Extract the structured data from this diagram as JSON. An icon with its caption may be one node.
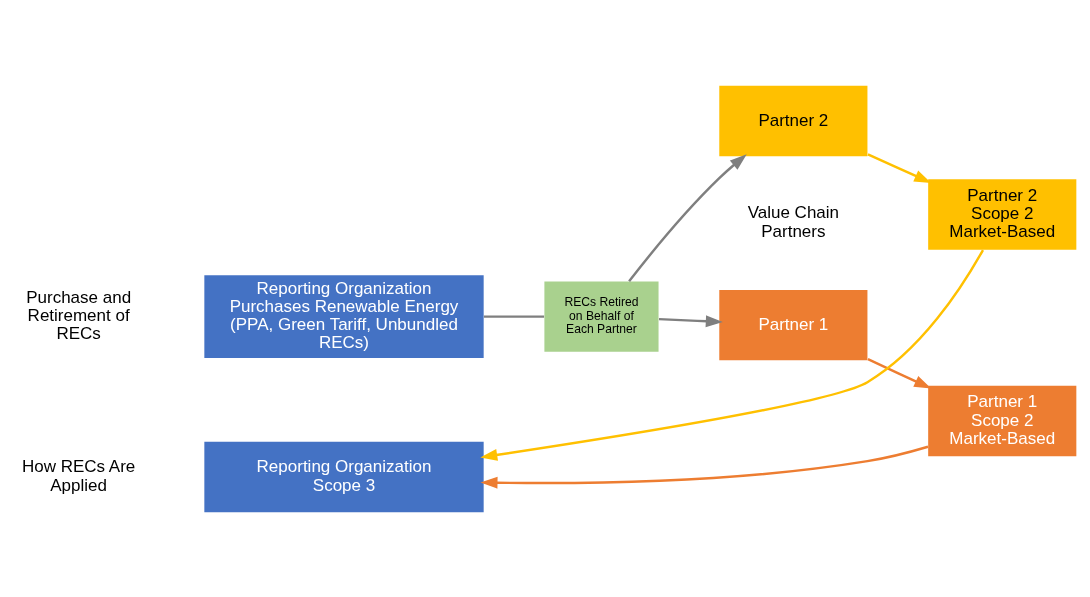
{
  "diagram": {
    "nodes": [
      {
        "text": [
          "Reporting Organization Purchases Renewable Energy (PPA, Green Tariff, Unbundled RECs)"
        ]
      },
      {
        "text": [
          "RECs Retired on Behalf of Each Partner"
        ]
      },
      {
        "text": [
          "Partner 1"
        ]
      },
      {
        "text": [
          "Partner 2"
        ]
      },
      {
        "text": [
          "Partner 1 Scope 2 Market-Based"
        ]
      },
      {
        "text": [
          "Reporting Organization Scope 3"
        ]
      },
      {
        "text": [
          "Partner 2 Scope 2 Market-Based"
        ]
      }
    ],
    "edges": [
      {
        "from": 0,
        "to": 1,
        "arrow": "none",
        "color": "#7f7f7f"
      },
      {
        "from": 1,
        "to": 2,
        "arrow": "to",
        "color": "#7f7f7f"
      },
      {
        "from": 1,
        "to": 3,
        "arrow": "to",
        "color": "#7f7f7f"
      },
      {
        "from": 2,
        "to": 4,
        "arrow": "to",
        "color": "#ed7d31"
      },
      {
        "from": 3,
        "to": 6,
        "arrow": "to",
        "color": "#ffc000"
      },
      {
        "from": 4,
        "to": 5,
        "arrow": "to",
        "color": "#ed7d31"
      },
      {
        "from": 6,
        "to": 5,
        "arrow": "to",
        "color": "#ffc000"
      }
    ],
    "labels": [
      "Value Chain Partners",
      "Purchase and Retirement of RECs",
      "How RECs Are Applied"
    ]
  }
}
